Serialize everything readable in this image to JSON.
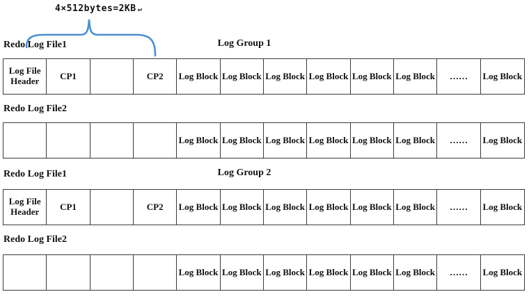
{
  "annotation": {
    "text": "4×512bytes=2KB",
    "mark": "↵"
  },
  "colors": {
    "brace": "#4a8fd3"
  },
  "groups": [
    {
      "title": "Log Group 1",
      "file1_label": "Redo Log File1",
      "file2_label": "Redo Log File2",
      "file1_cells": [
        "Log File Header",
        "CP1",
        "",
        "CP2",
        "Log Block",
        "Log Block",
        "Log Block",
        "Log Block",
        "Log Block",
        "Log Block",
        "……",
        "Log Block"
      ],
      "file2_cells": [
        "",
        "",
        "",
        "",
        "Log Block",
        "Log Block",
        "Log Block",
        "Log Block",
        "Log Block",
        "Log Block",
        "……",
        "Log Block"
      ]
    },
    {
      "title": "Log Group 2",
      "file1_label": "Redo Log File1",
      "file2_label": "Redo Log File2",
      "file1_cells": [
        "Log File Header",
        "CP1",
        "",
        "CP2",
        "Log Block",
        "Log Block",
        "Log Block",
        "Log Block",
        "Log Block",
        "Log Block",
        "……",
        "Log Block"
      ],
      "file2_cells": [
        "",
        "",
        "",
        "",
        "Log Block",
        "Log Block",
        "Log Block",
        "Log Block",
        "Log Block",
        "Log Block",
        "……",
        "Log Block"
      ]
    }
  ]
}
